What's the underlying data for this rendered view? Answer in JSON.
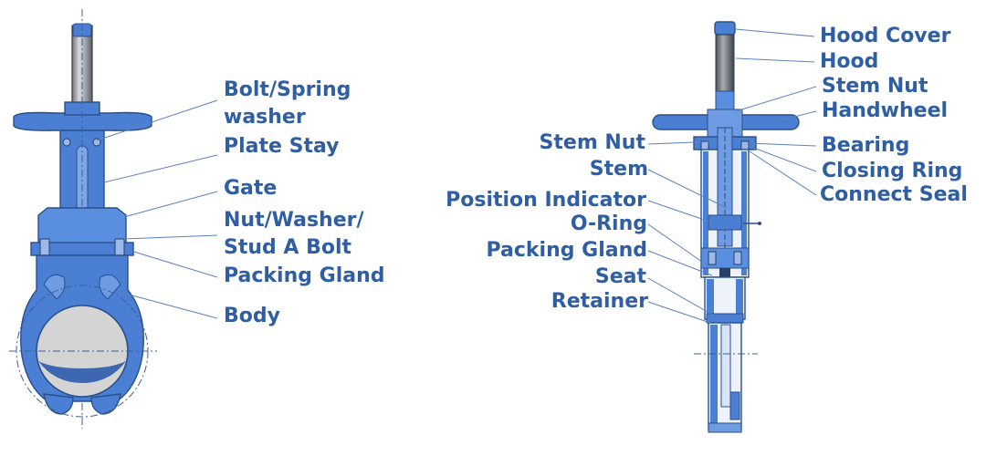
{
  "left_view": {
    "labels": {
      "bolt_spring_washer": "Bolt/Spring\nwasher",
      "plate_stay": "Plate Stay",
      "gate": "Gate",
      "nut_washer_stud": "Nut/Washer/\nStud A Bolt",
      "packing_gland": "Packing Gland",
      "body": "Body"
    }
  },
  "right_view": {
    "right_labels": {
      "hood_cover": "Hood Cover",
      "hood": "Hood",
      "stem_nut": "Stem Nut",
      "handwheel": "Handwheel",
      "bearing": "Bearing",
      "closing_ring": "Closing Ring",
      "connect_seal": "Connect Seal"
    },
    "left_labels": {
      "stem_nut": "Stem Nut",
      "stem": "Stem",
      "position_indicator": "Position Indicator",
      "o_ring": "O-Ring",
      "packing_gland": "Packing Gland",
      "seat": "Seat",
      "retainer": "Retainer"
    }
  },
  "colors": {
    "label_text": "#2f5ea3",
    "body_fill": "#4a7fd4",
    "leader_line": "#5b82bd",
    "port_disc": "#d4d4d4"
  }
}
